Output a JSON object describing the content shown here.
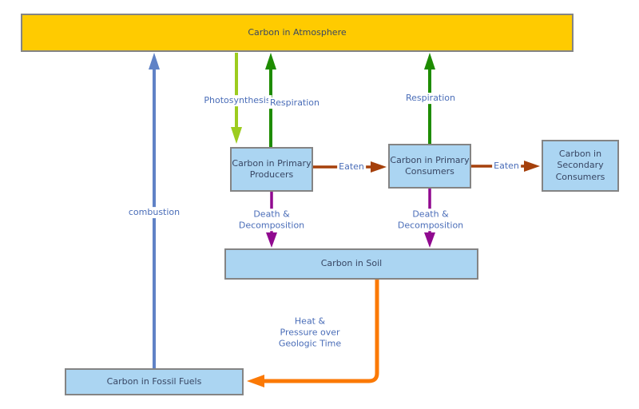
{
  "diagram": {
    "nodes": {
      "atmosphere": {
        "label": "Carbon in Atmosphere",
        "fill": "#FFCB00"
      },
      "primary_producers": {
        "label": "Carbon in Primary\nProducers",
        "fill": "#ABD5F2"
      },
      "primary_consumers": {
        "label": "Carbon in Primary\nConsumers",
        "fill": "#ABD5F2"
      },
      "secondary_consumers": {
        "label": "Carbon in\nSecondary\nConsumers",
        "fill": "#ABD5F2"
      },
      "soil": {
        "label": "Carbon in Soil",
        "fill": "#ABD5F2"
      },
      "fossil_fuels": {
        "label": "Carbon in Fossil Fuels",
        "fill": "#ABD5F2"
      }
    },
    "edges": {
      "photosynthesis": {
        "label": "Photosynthesis",
        "color": "#9ccc1f",
        "from": "atmosphere",
        "to": "primary_producers"
      },
      "respiration_producers": {
        "label": "Respiration",
        "color": "#1e8c00",
        "from": "primary_producers",
        "to": "atmosphere"
      },
      "respiration_consumers": {
        "label": "Respiration",
        "color": "#1e8c00",
        "from": "primary_consumers",
        "to": "atmosphere"
      },
      "eaten_1": {
        "label": "Eaten",
        "color": "#a5400b",
        "from": "primary_producers",
        "to": "primary_consumers"
      },
      "eaten_2": {
        "label": "Eaten",
        "color": "#a5400b",
        "from": "primary_consumers",
        "to": "secondary_consumers"
      },
      "death_producers": {
        "label": "Death &\nDecomposition",
        "color": "#90098f",
        "from": "primary_producers",
        "to": "soil"
      },
      "death_consumers": {
        "label": "Death &\nDecomposition",
        "color": "#90098f",
        "from": "primary_consumers",
        "to": "soil"
      },
      "combustion": {
        "label": "combustion",
        "color": "#6082c6",
        "from": "fossil_fuels",
        "to": "atmosphere"
      },
      "heat_pressure": {
        "label": "Heat &\nPressure over\nGeologic Time",
        "color": "#fb7905",
        "from": "soil",
        "to": "fossil_fuels"
      }
    },
    "style": {
      "node_border_color": "#848484",
      "node_text_color": "#384663",
      "edge_label_color": "#4a6db8",
      "background": "#ffffff"
    }
  }
}
